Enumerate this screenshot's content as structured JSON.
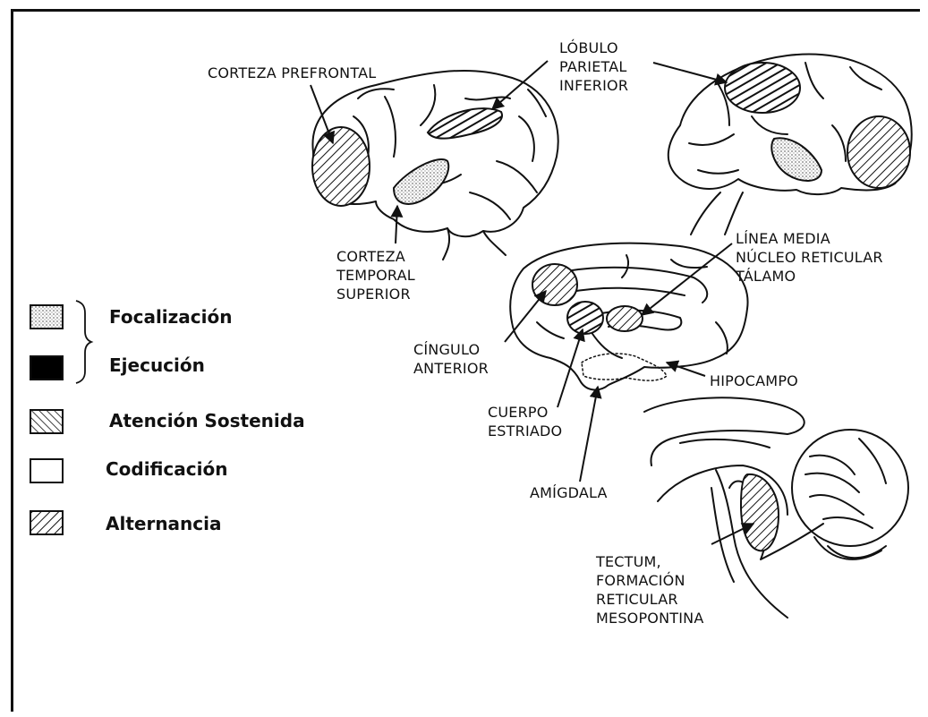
{
  "labels": {
    "corteza_prefrontal": "CORTEZA PREFRONTAL",
    "lobulo_parietal": "LÓBULO\nPARIETAL\nINFERIOR",
    "corteza_temporal": "CORTEZA\nTEMPORAL\nSUPERIOR",
    "linea_media": "LÍNEA MEDIA\nNÚCLEO RETICULAR\nTÁLAMO",
    "cingulo": "CÍNGULO\nANTERIOR",
    "hipocampo": "HIPOCAMPO",
    "cuerpo_estriado": "CUERPO\nESTRIADO",
    "amigdala": "AMÍGDALA",
    "tectum": "TECTUM,\nFORMACIÓN\nRETICULAR\nMESOPONTINA"
  },
  "legend": [
    {
      "label": "Focalización",
      "pattern": "dotted"
    },
    {
      "label": "Ejecución",
      "pattern": "solid-black"
    },
    {
      "label": "Atención Sostenida",
      "pattern": "cross-hatch"
    },
    {
      "label": "Codificación",
      "pattern": "blank"
    },
    {
      "label": "Alternancia",
      "pattern": "diagonal-hatch"
    }
  ],
  "colors": {
    "ink": "#111111",
    "background": "#ffffff",
    "dots": "#777777"
  }
}
